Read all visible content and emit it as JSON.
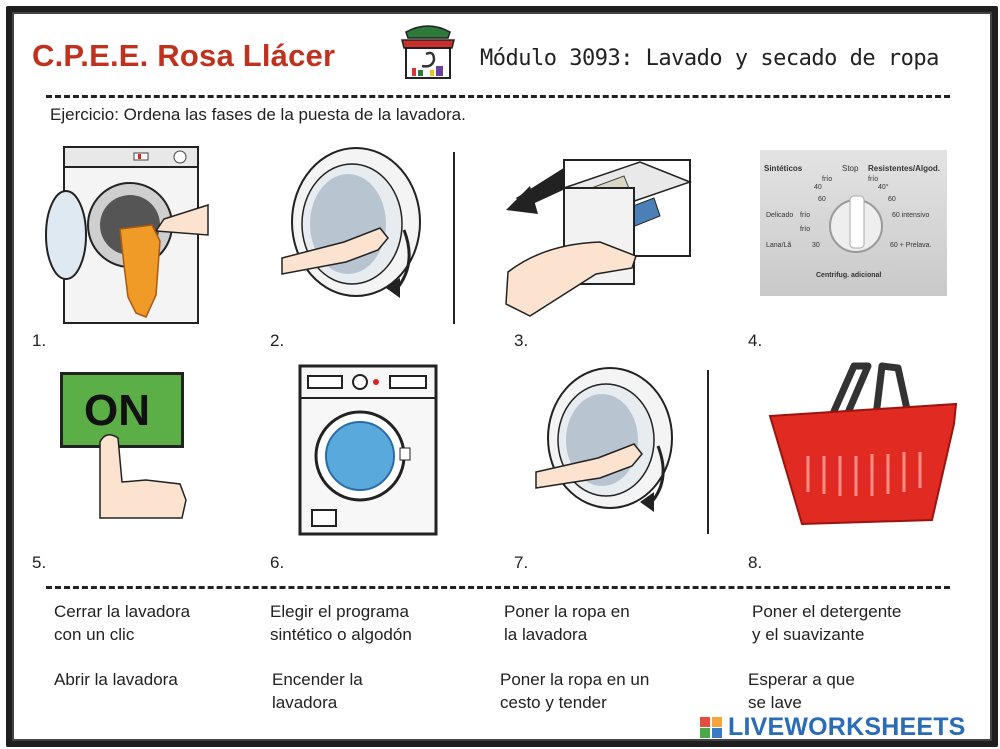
{
  "header": {
    "school": "C.P.E.E. Rosa Llácer",
    "module": "Módulo 3093: Lavado y secado de ropa"
  },
  "instruction": "Ejercicio: Ordena las fases de la puesta de la lavadora.",
  "dial_labels": {
    "sinteticos": "Sintéticos",
    "stop": "Stop",
    "resistentes": "Resistentes/Algod.",
    "frio_a": "frío",
    "frio_b": "frío",
    "t40a": "40",
    "t40b": "40°",
    "t60a": "60",
    "t60b": "60",
    "delicado": "Delicado",
    "frio_c": "frío",
    "t60int": "60 intensivo",
    "frio_d": "frío",
    "lana": "Lana/Lã",
    "t30": "30",
    "prelava": "60 + Prelava.",
    "centrifug": "Centrifug. adicional"
  },
  "on_label": "ON",
  "panels": [
    {
      "number": "1.",
      "picture": "opening-washer-with-laundry"
    },
    {
      "number": "2.",
      "picture": "closing-washer-door"
    },
    {
      "number": "3.",
      "picture": "detergent-drawer"
    },
    {
      "number": "4.",
      "picture": "program-dial"
    },
    {
      "number": "5.",
      "picture": "on-button"
    },
    {
      "number": "6.",
      "picture": "washing-machine"
    },
    {
      "number": "7.",
      "picture": "closing-washer-door"
    },
    {
      "number": "8.",
      "picture": "laundry-basket"
    }
  ],
  "options": [
    {
      "text": "Cerrar la lavadora\n con un clic"
    },
    {
      "text": "Elegir el programa\nsintético o algodón"
    },
    {
      "text": "Poner la ropa en\nla lavadora"
    },
    {
      "text": "Poner el detergente\ny el suavizante"
    },
    {
      "text": "Abrir la lavadora"
    },
    {
      "text": "Encender la\nlavadora"
    },
    {
      "text": "Poner la ropa en un\ncesto y tender"
    },
    {
      "text": "Esperar a que\nse lave"
    }
  ],
  "branding": {
    "text": "LIVEWORKSHEETS",
    "color": "#2a6cb8"
  },
  "colors": {
    "title_red": "#c0311e",
    "on_green": "#5cae47",
    "basket_red": "#e02a22",
    "drum_blue": "#5aa9dd"
  }
}
